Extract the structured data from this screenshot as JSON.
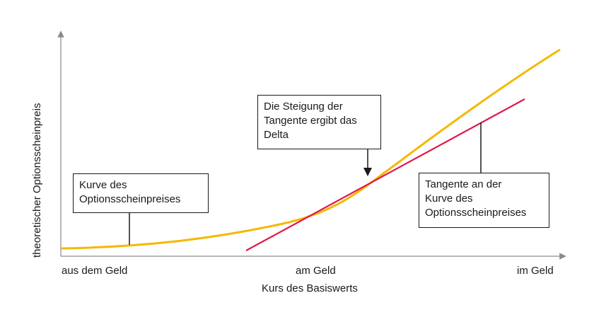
{
  "axes": {
    "x_label": "Kurs des Basiswerts",
    "y_label": "theoretischer Optionsscheinpreis",
    "x_ticks": [
      "aus dem Geld",
      "am Geld",
      "im Geld"
    ]
  },
  "callouts": {
    "curve": [
      "Kurve des",
      "Optionsscheinpreises"
    ],
    "slope": [
      "Die Steigung der",
      "Tangente ergibt das",
      "Delta"
    ],
    "tangent": [
      "Tangente an der",
      "Kurve des",
      "Optionsscheinpreises"
    ]
  },
  "colors": {
    "curve": "#f5b800",
    "tangent": "#e0184a",
    "axis": "#8a8a8a",
    "text": "#1a1a1a"
  }
}
